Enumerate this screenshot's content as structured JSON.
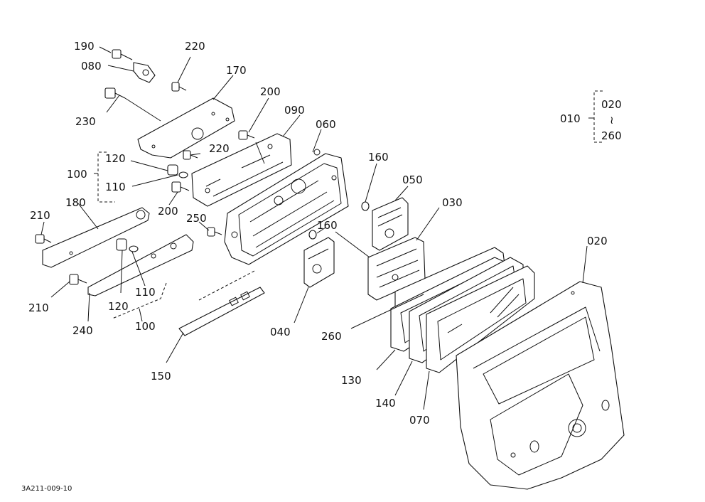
{
  "drawing_ref": "3A211-009-10",
  "assembly": {
    "label": "010",
    "range_start": "020",
    "range_sep": "≀",
    "range_end": "260"
  },
  "callouts": {
    "c190": "190",
    "c080": "080",
    "c220a": "220",
    "c170": "170",
    "c230": "230",
    "c200a": "200",
    "c090": "090",
    "c060": "060",
    "c220b": "220",
    "c120a": "120",
    "c100a": "100",
    "c110a": "110",
    "c200b": "200",
    "c160a": "160",
    "c050": "050",
    "c030": "030",
    "c210a": "210",
    "c180": "180",
    "c250": "250",
    "c160b": "160",
    "c020": "020",
    "c210b": "210",
    "c120b": "120",
    "c110b": "110",
    "c240": "240",
    "c100b": "100",
    "c040": "040",
    "c260": "260",
    "c150": "150",
    "c130": "130",
    "c140": "140",
    "c070": "070"
  }
}
